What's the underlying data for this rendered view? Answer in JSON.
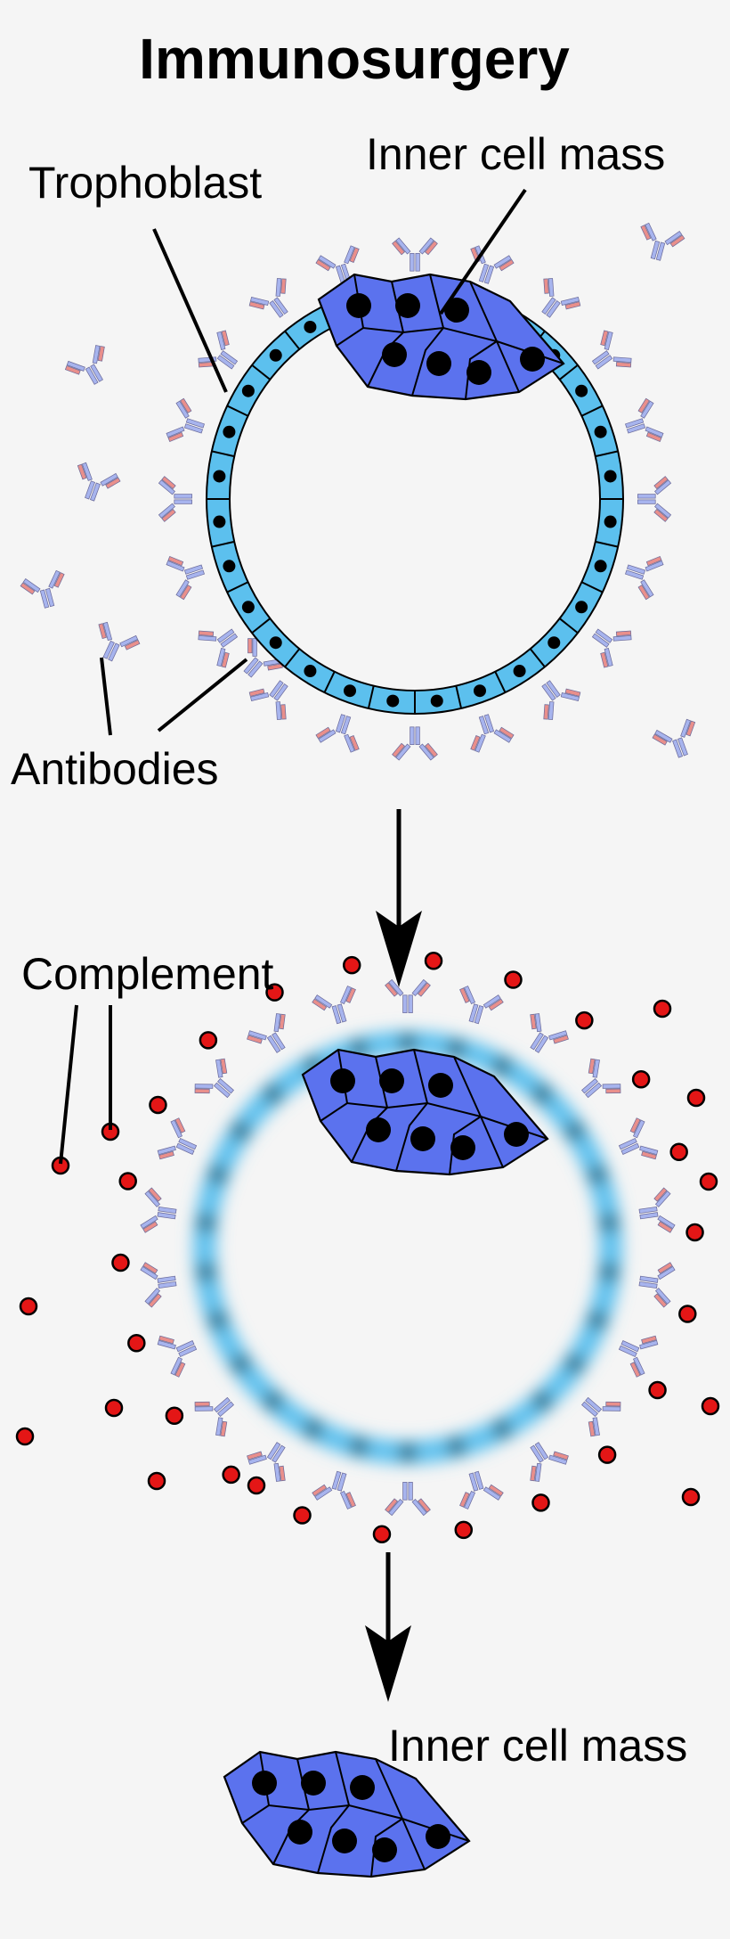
{
  "title": "Immunosurgery",
  "labels": {
    "trophoblast": "Trophoblast",
    "inner_cell_mass_top": "Inner cell mass",
    "antibodies": "Antibodies",
    "complement": "Complement",
    "inner_cell_mass_bottom": "Inner cell mass"
  },
  "colors": {
    "background": "#f5f5f5",
    "trophoblast_cell": "#5cc0ee",
    "inner_cell_mass": "#5b72ee",
    "antibody_heavy_chain": "#a7b4ee",
    "antibody_light_chain": "#e98f8b",
    "complement": "#e41616",
    "nucleus": "#000000"
  }
}
